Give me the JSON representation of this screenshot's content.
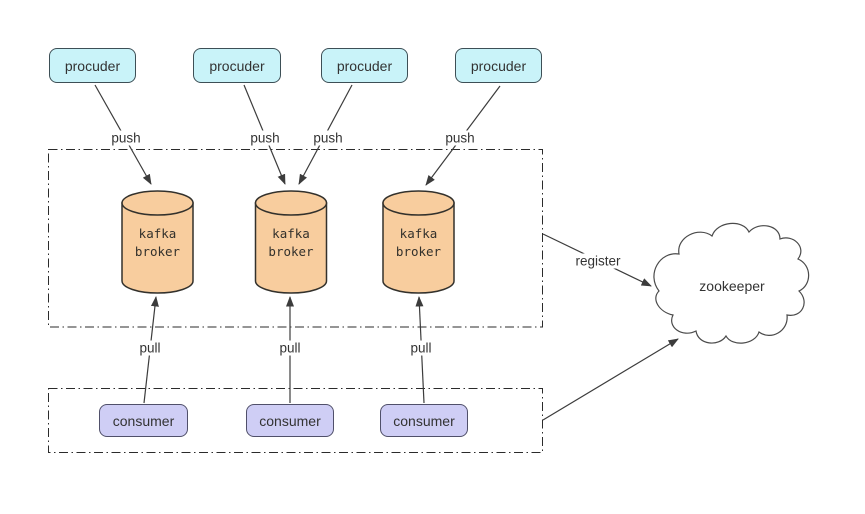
{
  "nodes": {
    "producers": [
      {
        "label": "procuder"
      },
      {
        "label": "procuder"
      },
      {
        "label": "procuder"
      },
      {
        "label": "procuder"
      }
    ],
    "brokers": [
      {
        "line1": "kafka",
        "line2": "broker"
      },
      {
        "line1": "kafka",
        "line2": "broker"
      },
      {
        "line1": "kafka",
        "line2": "broker"
      }
    ],
    "consumers": [
      {
        "label": "consumer"
      },
      {
        "label": "consumer"
      },
      {
        "label": "consumer"
      }
    ],
    "zookeeper": {
      "label": "zookeeper"
    }
  },
  "edge_labels": {
    "push": [
      "push",
      "push",
      "push",
      "push"
    ],
    "pull": [
      "pull",
      "pull",
      "pull"
    ],
    "register": "register"
  },
  "colors": {
    "producer_fill": "#c9f3f9",
    "producer_stroke": "#3d4f56",
    "broker_fill": "#f8cd9e",
    "broker_stroke": "#33312c",
    "consumer_fill": "#cfcef5",
    "consumer_stroke": "#50506a",
    "line": "#3c3c3c",
    "text": "#333333",
    "background": "#ffffff"
  }
}
